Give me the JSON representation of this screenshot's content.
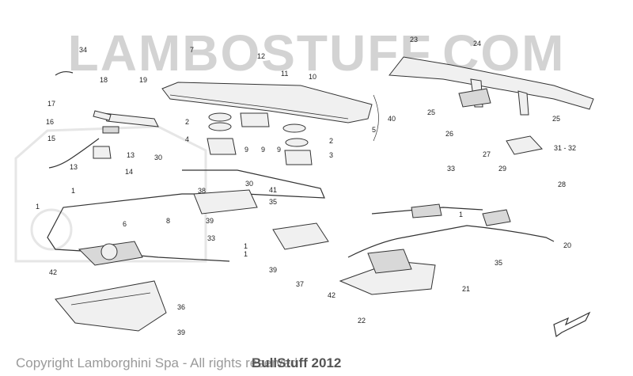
{
  "watermark": "LAMBOSTUFF.COM",
  "footer": {
    "copyright": "Copyright Lamborghini Spa - All rights reserved",
    "overlay": "BullStuff 2012"
  },
  "callouts": [
    "34",
    "7",
    "12",
    "11",
    "10",
    "23",
    "24",
    "18",
    "19",
    "17",
    "16",
    "2",
    "4",
    "9",
    "9",
    "9",
    "2",
    "3",
    "5",
    "40",
    "25",
    "25",
    "26",
    "27",
    "31 - 32",
    "29",
    "28",
    "15",
    "13",
    "13",
    "14",
    "30",
    "30",
    "41",
    "33",
    "1",
    "38",
    "35",
    "1",
    "1",
    "8",
    "39",
    "6",
    "33",
    "1",
    "39",
    "37",
    "42",
    "42",
    "36",
    "39",
    "22",
    "21",
    "20",
    "35",
    "1"
  ]
}
